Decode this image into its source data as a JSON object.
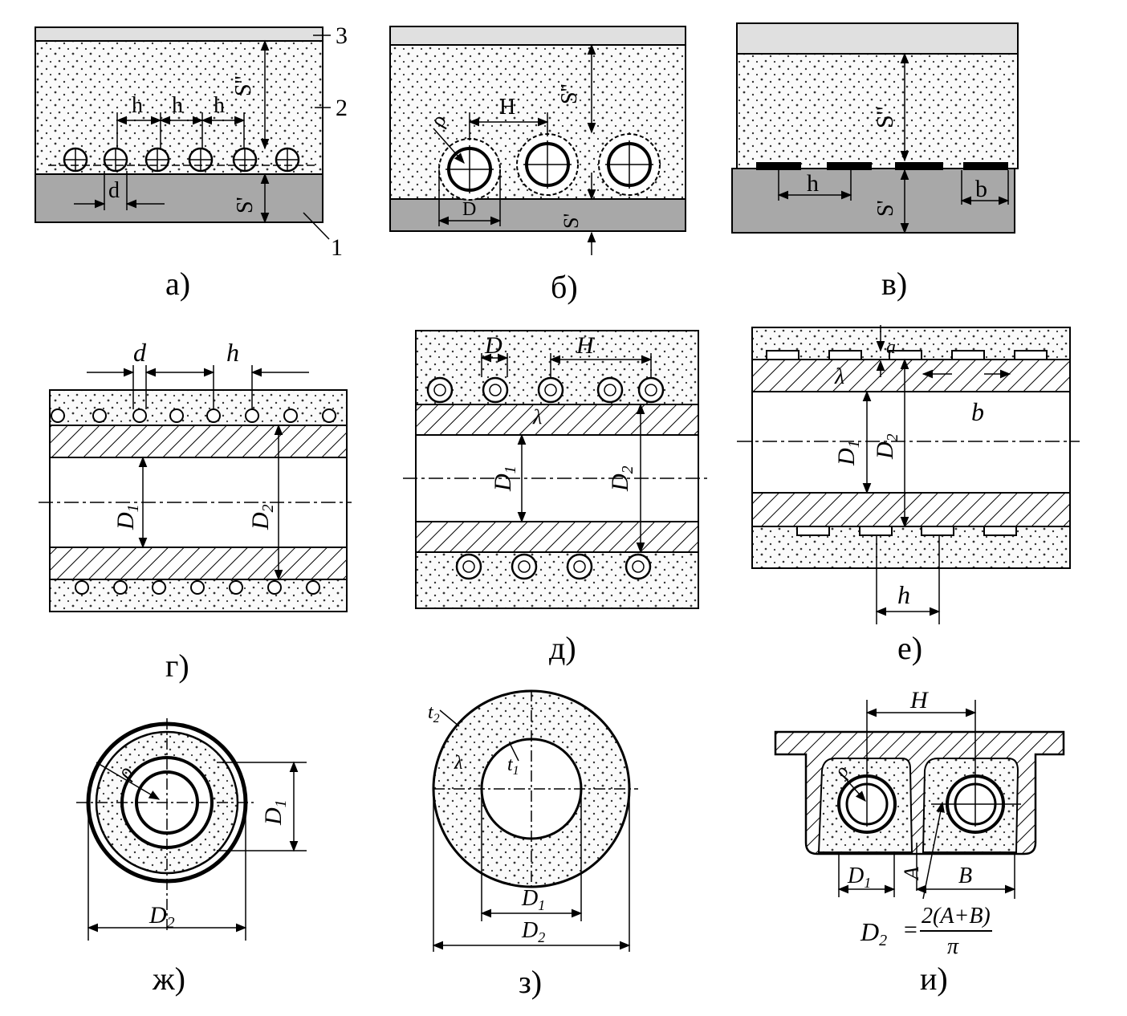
{
  "colors": {
    "insulation": "#fafafa",
    "dots": "#333333",
    "base": "#a8a8a8",
    "cover": "#e0e0e0",
    "ink": "#000000"
  },
  "panels": {
    "a": {
      "caption": "а)",
      "labels": {
        "h1": "h",
        "h2": "h",
        "h3": "h",
        "d": "d",
        "s2": "S''",
        "s1": "S'",
        "n3": "3",
        "n2": "2",
        "n1": "1"
      }
    },
    "b": {
      "caption": "б)",
      "labels": {
        "rho": "ρ",
        "H": "H",
        "D": "D",
        "s2": "S''",
        "s1": "S'"
      }
    },
    "v": {
      "caption": "в)",
      "labels": {
        "h": "h",
        "b": "b",
        "s2": "S''",
        "s1": "S'"
      }
    },
    "g": {
      "caption": "г)",
      "labels": {
        "d": "d",
        "h": "h",
        "D1": "D",
        "D1sub": "1",
        "D2": "D",
        "D2sub": "2"
      }
    },
    "d": {
      "caption": "д)",
      "labels": {
        "D": "D",
        "H": "H",
        "lam": "λ",
        "D1": "D",
        "D1sub": "1",
        "D2": "D",
        "D2sub": "2"
      }
    },
    "e": {
      "caption": "е)",
      "labels": {
        "a": "a",
        "lam": "λ",
        "b": "b",
        "D1": "D",
        "D1sub": "1",
        "D2": "D",
        "D2sub": "2",
        "h": "h"
      }
    },
    "zh": {
      "caption": "ж)",
      "labels": {
        "rho": "ρ",
        "D1": "D",
        "D1sub": "1",
        "D2": "D",
        "D2sub": "2"
      }
    },
    "z": {
      "caption": "з)",
      "labels": {
        "t2": "t",
        "t2sub": "2",
        "t1": "t",
        "t1sub": "1",
        "lam": "λ",
        "D1": "D",
        "D1sub": "1",
        "D2": "D",
        "D2sub": "2"
      }
    },
    "i": {
      "caption": "и)",
      "labels": {
        "H": "H",
        "rho": "ρ",
        "D1": "D",
        "D1sub": "1",
        "A": "A",
        "B": "B",
        "formula_lhs": "D",
        "formula_lhs_sub": "2",
        "formula_eq": "=",
        "formula_num": "2(A+B)",
        "formula_den": "π"
      }
    }
  }
}
